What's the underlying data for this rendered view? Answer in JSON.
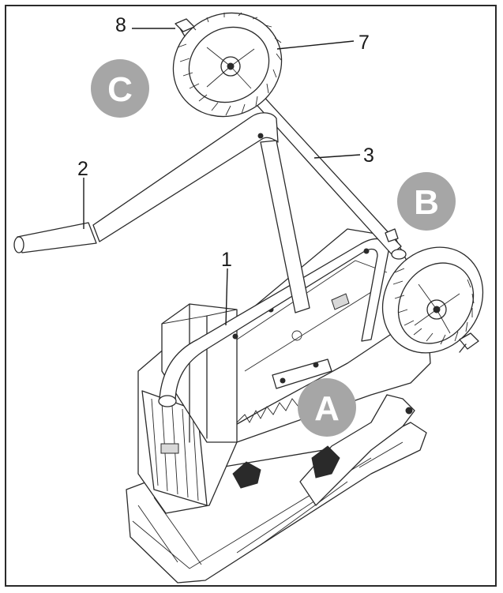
{
  "callouts": {
    "c1": "1",
    "c2": "2",
    "c3": "3",
    "c7": "7",
    "c8": "8"
  },
  "badges": {
    "a": "A",
    "b": "B",
    "c": "C"
  },
  "colors": {
    "badge": "#a6a6a6",
    "line": "#1a1a1a",
    "frame": "#2a2a2a"
  }
}
